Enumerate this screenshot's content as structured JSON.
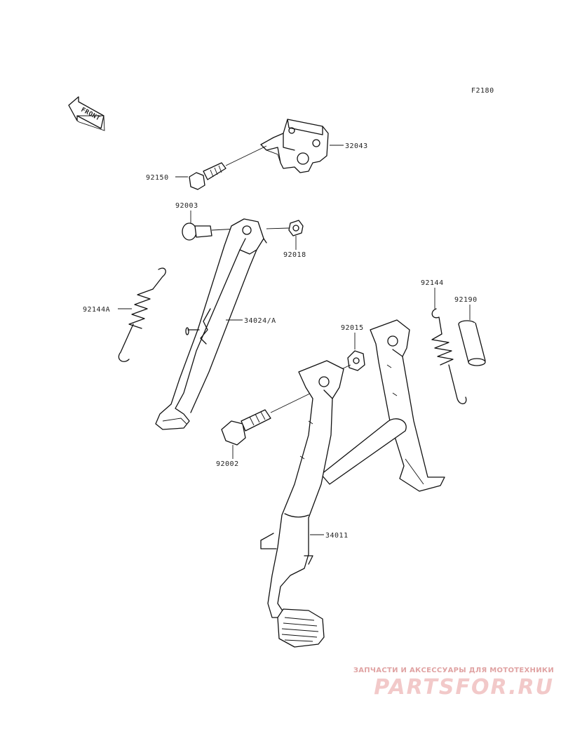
{
  "diagram": {
    "figure_code": "F2180",
    "front_label": "FRONT",
    "parts": {
      "p32043": "32043",
      "p92150": "92150",
      "p92003": "92003",
      "p92018": "92018",
      "p92144a": "92144A",
      "p34024a": "34024/A",
      "p92144": "92144",
      "p92190": "92190",
      "p92015": "92015",
      "p92002": "92002",
      "p34011": "34011"
    }
  },
  "watermark": {
    "tagline": "ЗАПЧАСТИ И АКСЕССУАРЫ ДЛЯ МОТОТЕХНИКИ",
    "logo": "PARTSFOR.RU"
  }
}
